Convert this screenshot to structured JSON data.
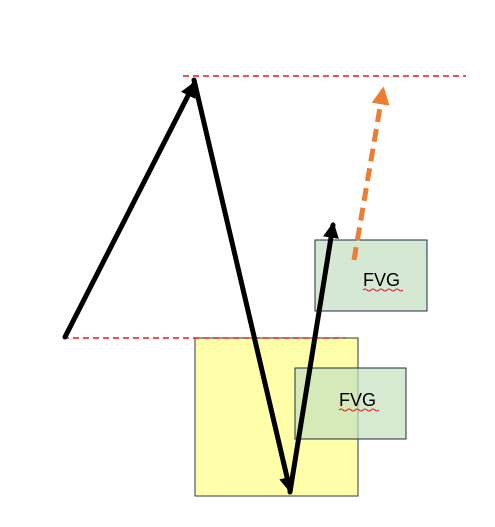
{
  "diagram": {
    "zones": [
      {
        "id": "fvg-upper",
        "label": "FVG"
      },
      {
        "id": "fvg-lower",
        "label": "FVG"
      }
    ]
  },
  "colors": {
    "impulse_arrow": "#000000",
    "projection_arrow": "#ED7D31",
    "level_line": "#E31A1C",
    "premium_discount_box": "#FFFFAA",
    "fvg_box": "#D5E8D4",
    "fvg_border": "#1F2D3D",
    "box_border": "#2B3A4A",
    "spellcheck_underline": "#E31A1C"
  }
}
